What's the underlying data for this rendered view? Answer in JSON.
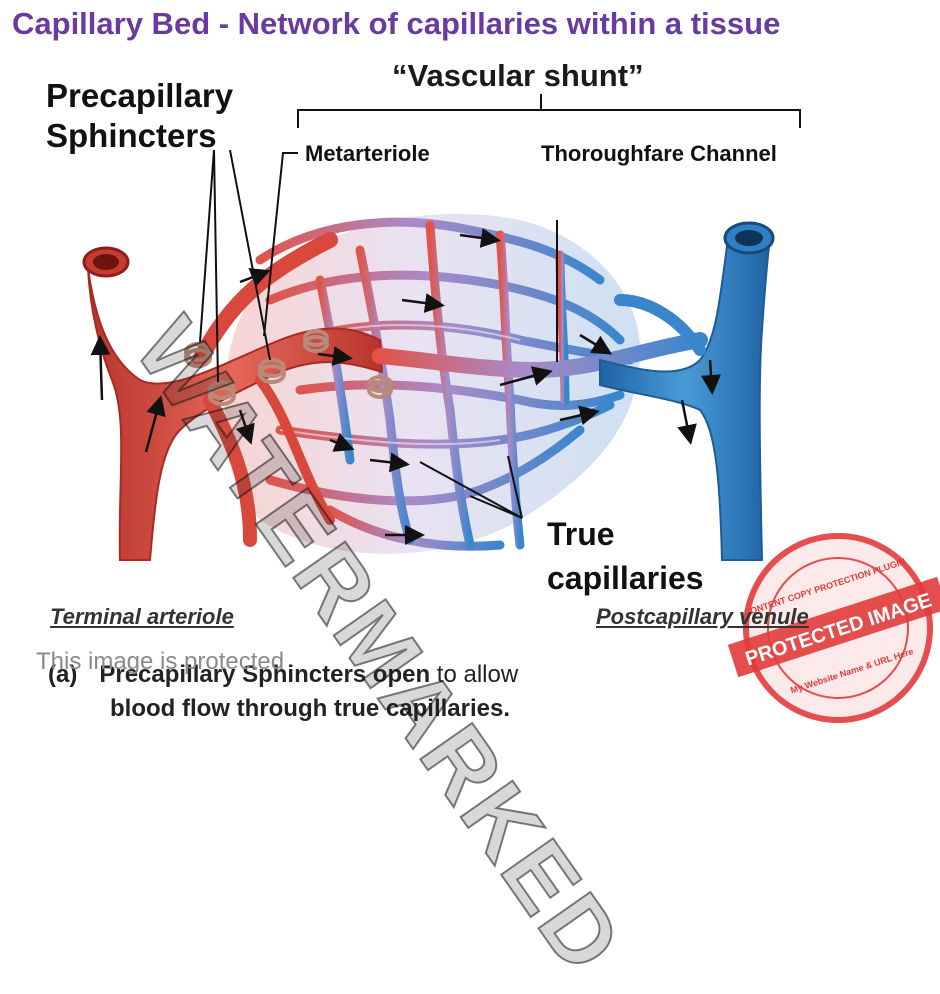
{
  "title": "Capillary Bed - Network of capillaries within a tissue",
  "labels": {
    "vascular_shunt": "“Vascular shunt”",
    "precapillary_sphincters": "Precapillary\nSphincters",
    "metarteriole": "Metarteriole",
    "thoroughfare_channel": "Thoroughfare Channel",
    "true_capillaries": "True\ncapillaries",
    "terminal_arteriole": "Terminal arteriole",
    "postcapillary_venule": "Postcapillary venule"
  },
  "caption": {
    "label": "(a)",
    "bold_part": "Precapillary Sphincters open",
    "rest": " to allow",
    "line2": "blood flow through true capillaries."
  },
  "overlay": {
    "protected_notice": "This image is protected",
    "watermark": "WATERMARKED",
    "stamp_top": "CONTENT COPY PROTECTION PLUGIN",
    "stamp_band": "PROTECTED IMAGE",
    "stamp_bottom": "My Website Name & URL Here"
  },
  "colors": {
    "title": "#6a3aa0",
    "artery": "#d9483c",
    "artery_dark": "#a82a22",
    "vein": "#2f7fc4",
    "vein_dark": "#1d5c96",
    "capillary_mid": "#9a7bbd",
    "stamp": "#e23b3b"
  }
}
